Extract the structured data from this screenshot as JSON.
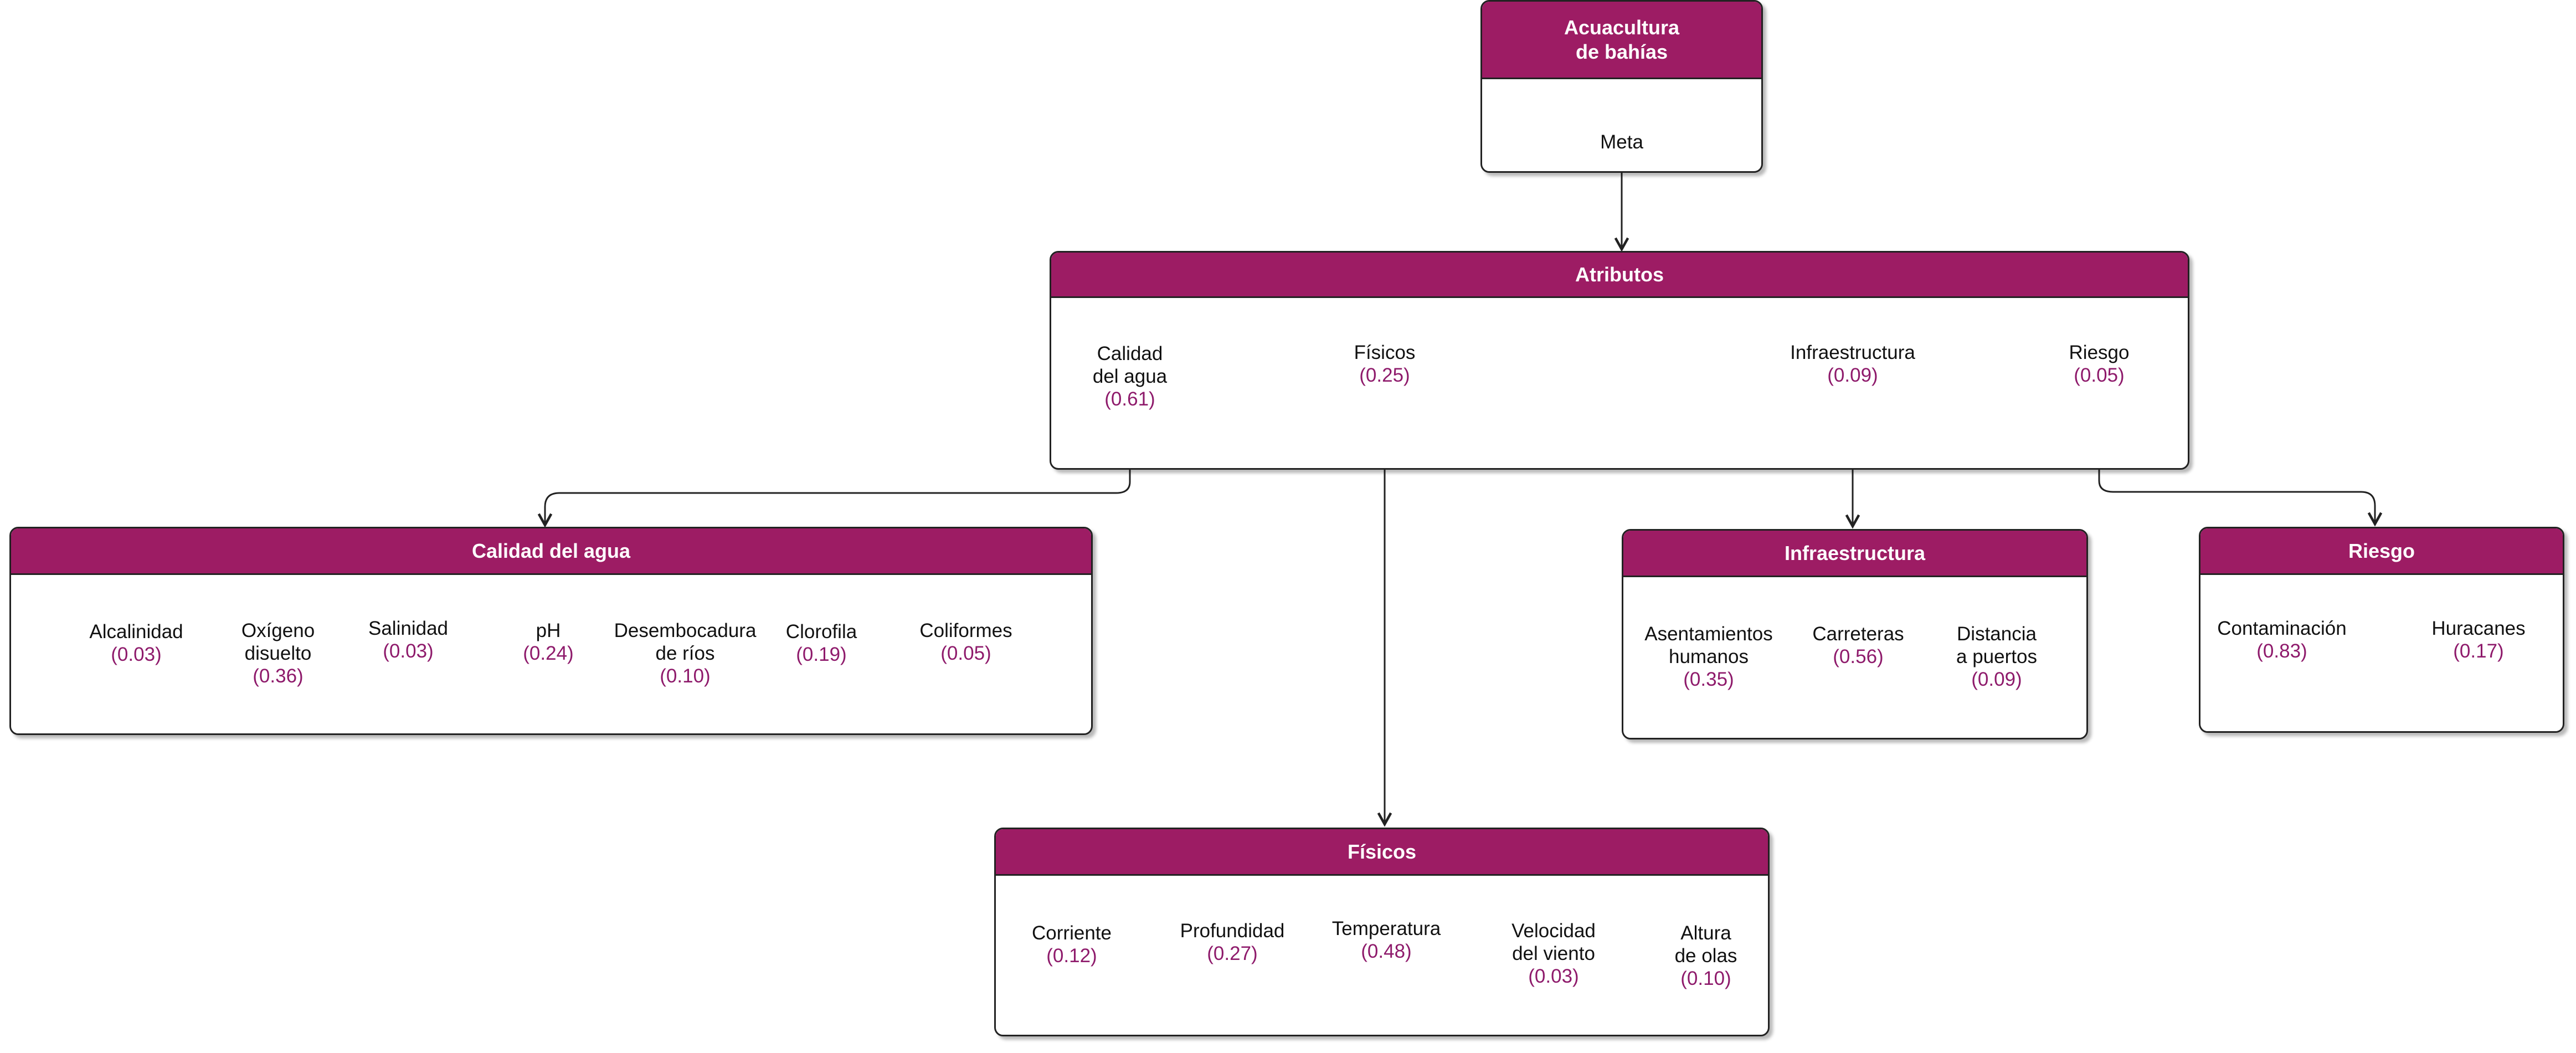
{
  "colors": {
    "header": "#9d1c64",
    "weight_text": "#8e1a6b",
    "line": "#222222"
  },
  "root": {
    "title": "Acuacultura\nde bahías",
    "item": "Meta"
  },
  "atributos": {
    "title": "Atributos",
    "items": [
      {
        "name": "Calidad\ndel agua",
        "weight": "(0.61)"
      },
      {
        "name": "Físicos",
        "weight": "(0.25)"
      },
      {
        "name": "Infraestructura",
        "weight": "(0.09)"
      },
      {
        "name": "Riesgo",
        "weight": "(0.05)"
      }
    ]
  },
  "calidad": {
    "title": "Calidad del agua",
    "items": [
      {
        "name": "Alcalinidad",
        "weight": "(0.03)"
      },
      {
        "name": "Oxígeno\ndisuelto",
        "weight": "(0.36)"
      },
      {
        "name": "Salinidad",
        "weight": "(0.03)"
      },
      {
        "name": "pH",
        "weight": "(0.24)"
      },
      {
        "name": "Desembocadura\nde ríos",
        "weight": "(0.10)"
      },
      {
        "name": "Clorofila",
        "weight": "(0.19)"
      },
      {
        "name": "Coliformes",
        "weight": "(0.05)"
      }
    ]
  },
  "infraestructura": {
    "title": "Infraestructura",
    "items": [
      {
        "name": "Asentamientos\nhumanos",
        "weight": "(0.35)"
      },
      {
        "name": "Carreteras",
        "weight": "(0.56)"
      },
      {
        "name": "Distancia\na puertos",
        "weight": "(0.09)"
      }
    ]
  },
  "riesgo": {
    "title": "Riesgo",
    "items": [
      {
        "name": "Contaminación",
        "weight": "(0.83)"
      },
      {
        "name": "Huracanes",
        "weight": "(0.17)"
      }
    ]
  },
  "fisicos": {
    "title": "Físicos",
    "items": [
      {
        "name": "Corriente",
        "weight": "(0.12)"
      },
      {
        "name": "Profundidad",
        "weight": "(0.27)"
      },
      {
        "name": "Temperatura",
        "weight": "(0.48)"
      },
      {
        "name": "Velocidad\ndel viento",
        "weight": "(0.03)"
      },
      {
        "name": "Altura\nde olas",
        "weight": "(0.10)"
      }
    ]
  }
}
